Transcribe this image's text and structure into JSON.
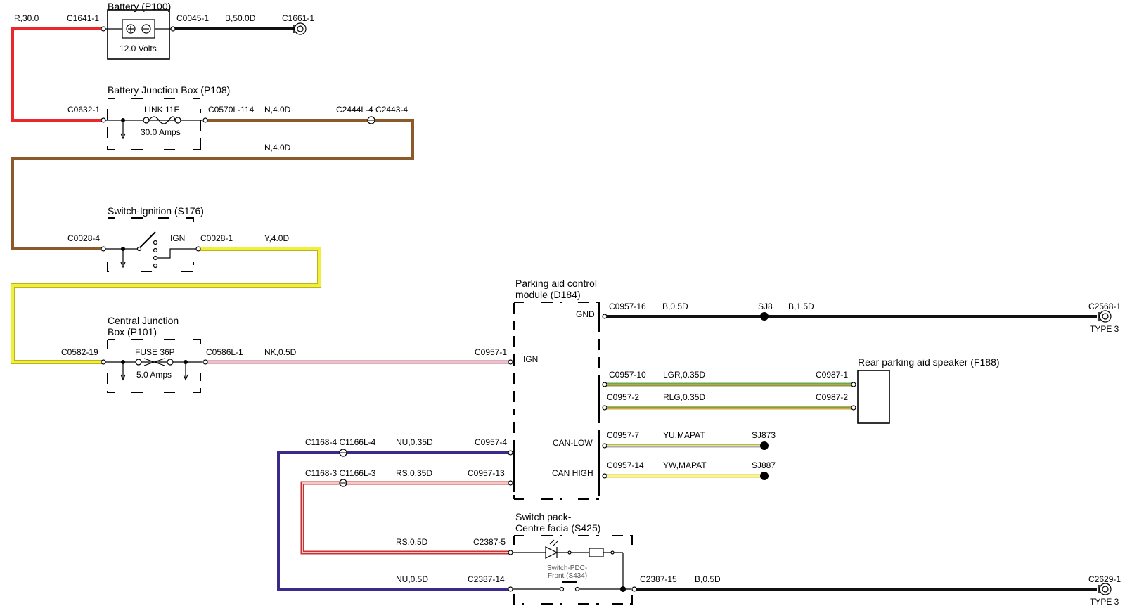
{
  "components": {
    "battery": {
      "title": "Battery (P100)",
      "rating": "12.0 Volts"
    },
    "bjb": {
      "title": "Battery Junction Box (P108)",
      "link": "LINK 11E",
      "rating": "30.0 Amps"
    },
    "ignition": {
      "title": "Switch-Ignition (S176)",
      "pos": "IGN"
    },
    "cjb": {
      "title1": "Central Junction",
      "title2": "Box (P101)",
      "fuse": "FUSE 36P",
      "rating": "5.0 Amps"
    },
    "pacm": {
      "title1": "Parking aid control",
      "title2": "module (D184)",
      "gnd": "GND",
      "ign": "IGN",
      "can_low": "CAN-LOW",
      "can_high": "CAN HIGH"
    },
    "speaker": {
      "title": "Rear parking aid speaker (F188)"
    },
    "switchpack": {
      "title1": "Switch pack-",
      "title2": "Centre facia (S425)",
      "sw1": "Switch-PDC-",
      "sw2": "Front (S434)"
    }
  },
  "connectors": {
    "c1641": "C1641-1",
    "c0045": "C0045-1",
    "c1661": "C1661-1",
    "c0632": "C0632-1",
    "c0570": "C0570L-114",
    "c2444": "C2444L-4 C2443-4",
    "c0028_4": "C0028-4",
    "c0028_1": "C0028-1",
    "c0582": "C0582-19",
    "c0586": "C0586L-1",
    "c0957_1": "C0957-1",
    "c0957_16": "C0957-16",
    "sj8": "SJ8",
    "c2568": "C2568-1",
    "type3a": "TYPE 3",
    "c0957_10": "C0957-10",
    "c0987_1": "C0987-1",
    "c0957_2": "C0957-2",
    "c0987_2": "C0987-2",
    "c1168_4": "C1168-4 C1166L-4",
    "c0957_4": "C0957-4",
    "c0957_7": "C0957-7",
    "sj873": "SJ873",
    "c1168_3": "C1168-3 C1166L-3",
    "c0957_13": "C0957-13",
    "c0957_14": "C0957-14",
    "sj887": "SJ887",
    "c2387_5": "C2387-5",
    "c2387_14": "C2387-14",
    "c2387_15": "C2387-15",
    "c2629": "C2629-1",
    "type3b": "TYPE 3"
  },
  "wires": {
    "r30": "R,30.0",
    "b50": "B,50.0D",
    "n4a": "N,4.0D",
    "n4b": "N,4.0D",
    "y4": "Y,4.0D",
    "nk05": "NK,0.5D",
    "b05a": "B,0.5D",
    "b15": "B,1.5D",
    "lgr": "LGR,0.35D",
    "rlg": "RLG,0.35D",
    "nu035": "NU,0.35D",
    "yu": "YU,MAPAT",
    "rs035": "RS,0.35D",
    "yw": "YW,MAPAT",
    "rs05": "RS,0.5D",
    "nu05": "NU,0.5D",
    "b05b": "B,0.5D"
  },
  "colors": {
    "red": "#e8282a",
    "brown": "#8b5a2b",
    "yellow": "#f2ee3c",
    "pink": "#e9a3b6",
    "black": "#111111",
    "navy": "#3a2a8c",
    "rs": "#e06a6a",
    "green": "#6aa84f",
    "orange": "#e0953a",
    "grey": "#aaaaaa"
  }
}
